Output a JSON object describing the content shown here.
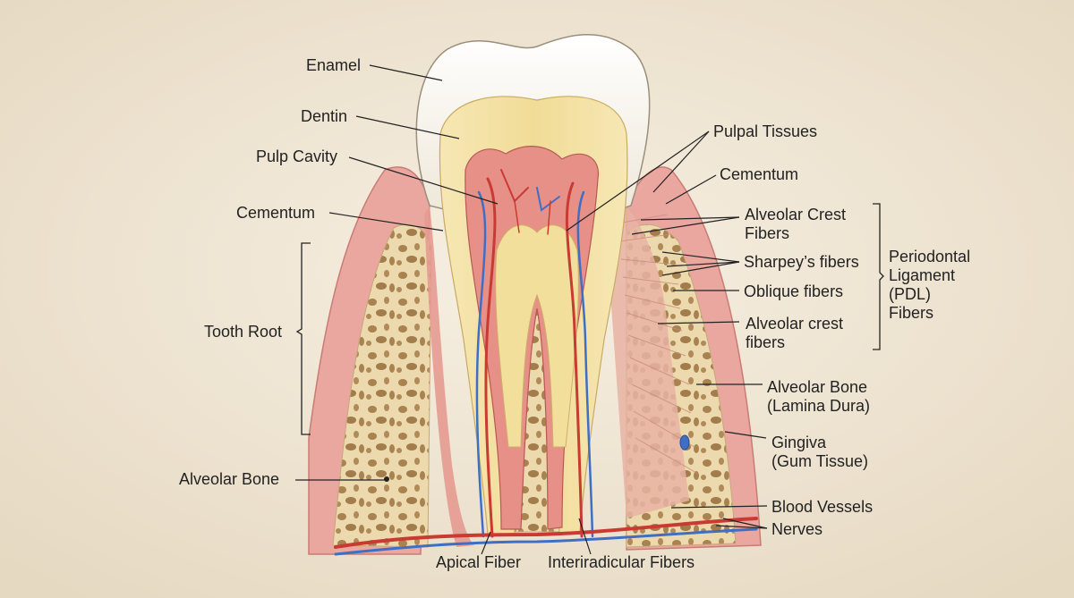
{
  "labels": {
    "enamel": "Enamel",
    "dentin": "Dentin",
    "pulp_cavity": "Pulp Cavity",
    "cementum_left": "Cementum",
    "tooth_root": "Tooth Root",
    "alveolar_bone_left": "Alveolar Bone",
    "pulpal_tissues": "Pulpal Tissues",
    "cementum_right": "Cementum",
    "alveolar_crest_fibers_1": "Alveolar Crest",
    "alveolar_crest_fibers_2": "Fibers",
    "sharpeys_fibers": "Sharpey’s fibers",
    "oblique_fibers": "Oblique fibers",
    "alveolar_crest_fibers_lower_1": "Alveolar crest",
    "alveolar_crest_fibers_lower_2": "fibers",
    "pdl_1": "Periodontal",
    "pdl_2": "Ligament",
    "pdl_3": "(PDL)",
    "pdl_4": "Fibers",
    "alveolar_bone_right_1": "Alveolar Bone",
    "alveolar_bone_right_2": "(Lamina Dura)",
    "gingiva_1": "Gingiva",
    "gingiva_2": "(Gum Tissue)",
    "blood_vessels": "Blood Vessels",
    "nerves": "Nerves",
    "apical_fiber": "Apical Fiber",
    "interradicular_fibers": "Interiradicular Fibers"
  },
  "colors": {
    "background": "#efe6d6",
    "enamel": "#fbf8f1",
    "dentin": "#f4e2a6",
    "pulp": "#e0908a",
    "gingiva": "#eaa8a0",
    "bone": "#ecd9b0",
    "bone_pores": "#a8824f",
    "artery": "#c93b32",
    "vein": "#3f6fc4",
    "leader_line": "#222222"
  }
}
